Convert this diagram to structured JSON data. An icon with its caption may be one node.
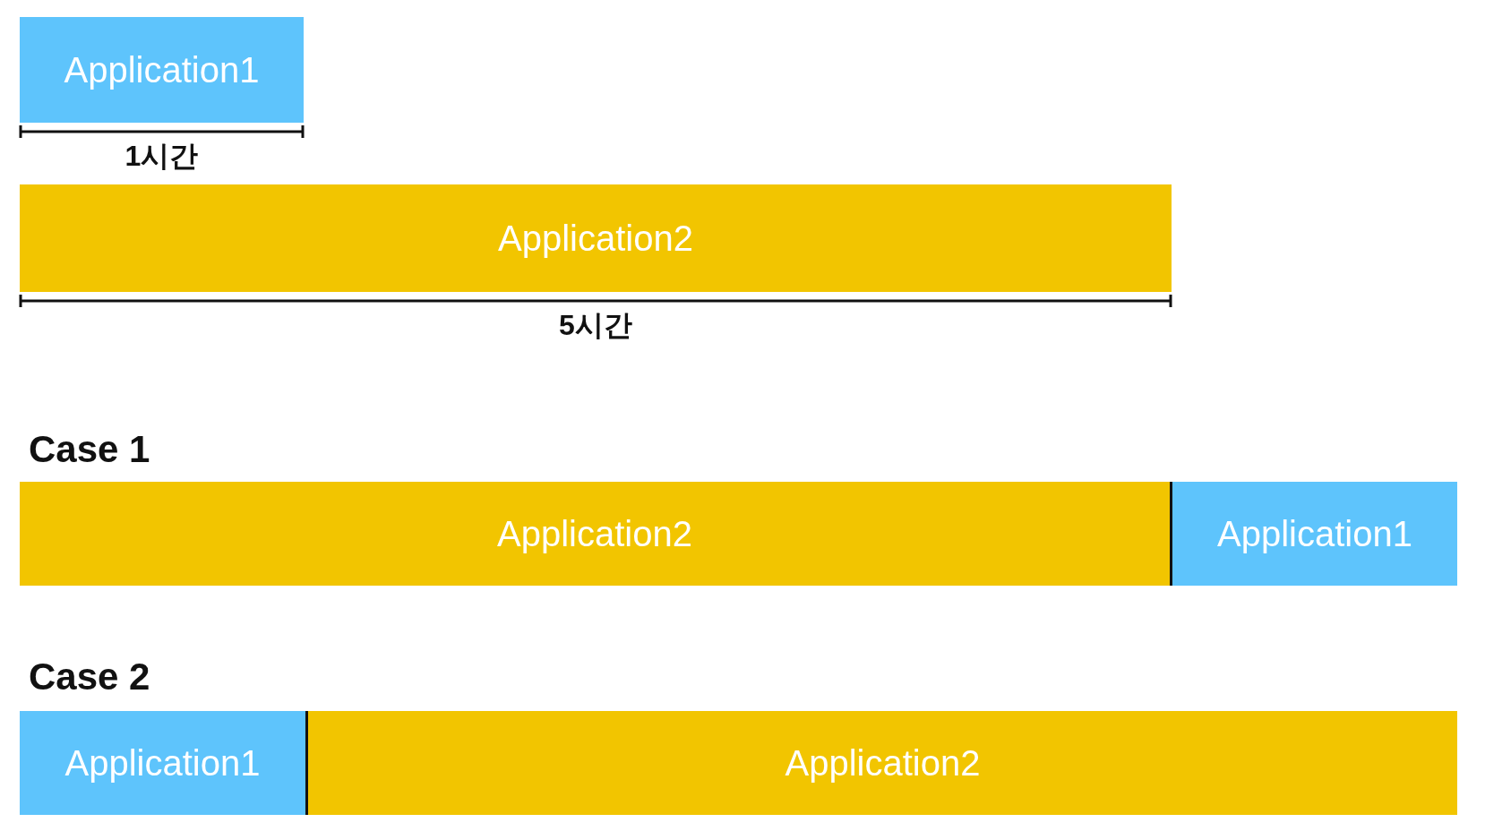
{
  "diagram": {
    "nodes": [
      {
        "text": [
          "Application1"
        ],
        "beside": [
          "1시간"
        ]
      },
      {
        "text": [
          "Application2"
        ],
        "beside": [
          "5시간"
        ]
      },
      {
        "text": [
          "Application2"
        ]
      },
      {
        "text": [
          "Application1"
        ]
      },
      {
        "text": [
          "Application1"
        ]
      },
      {
        "text": [
          "Application2"
        ]
      }
    ],
    "labels": [
      "Case 1",
      "Case 2"
    ]
  }
}
